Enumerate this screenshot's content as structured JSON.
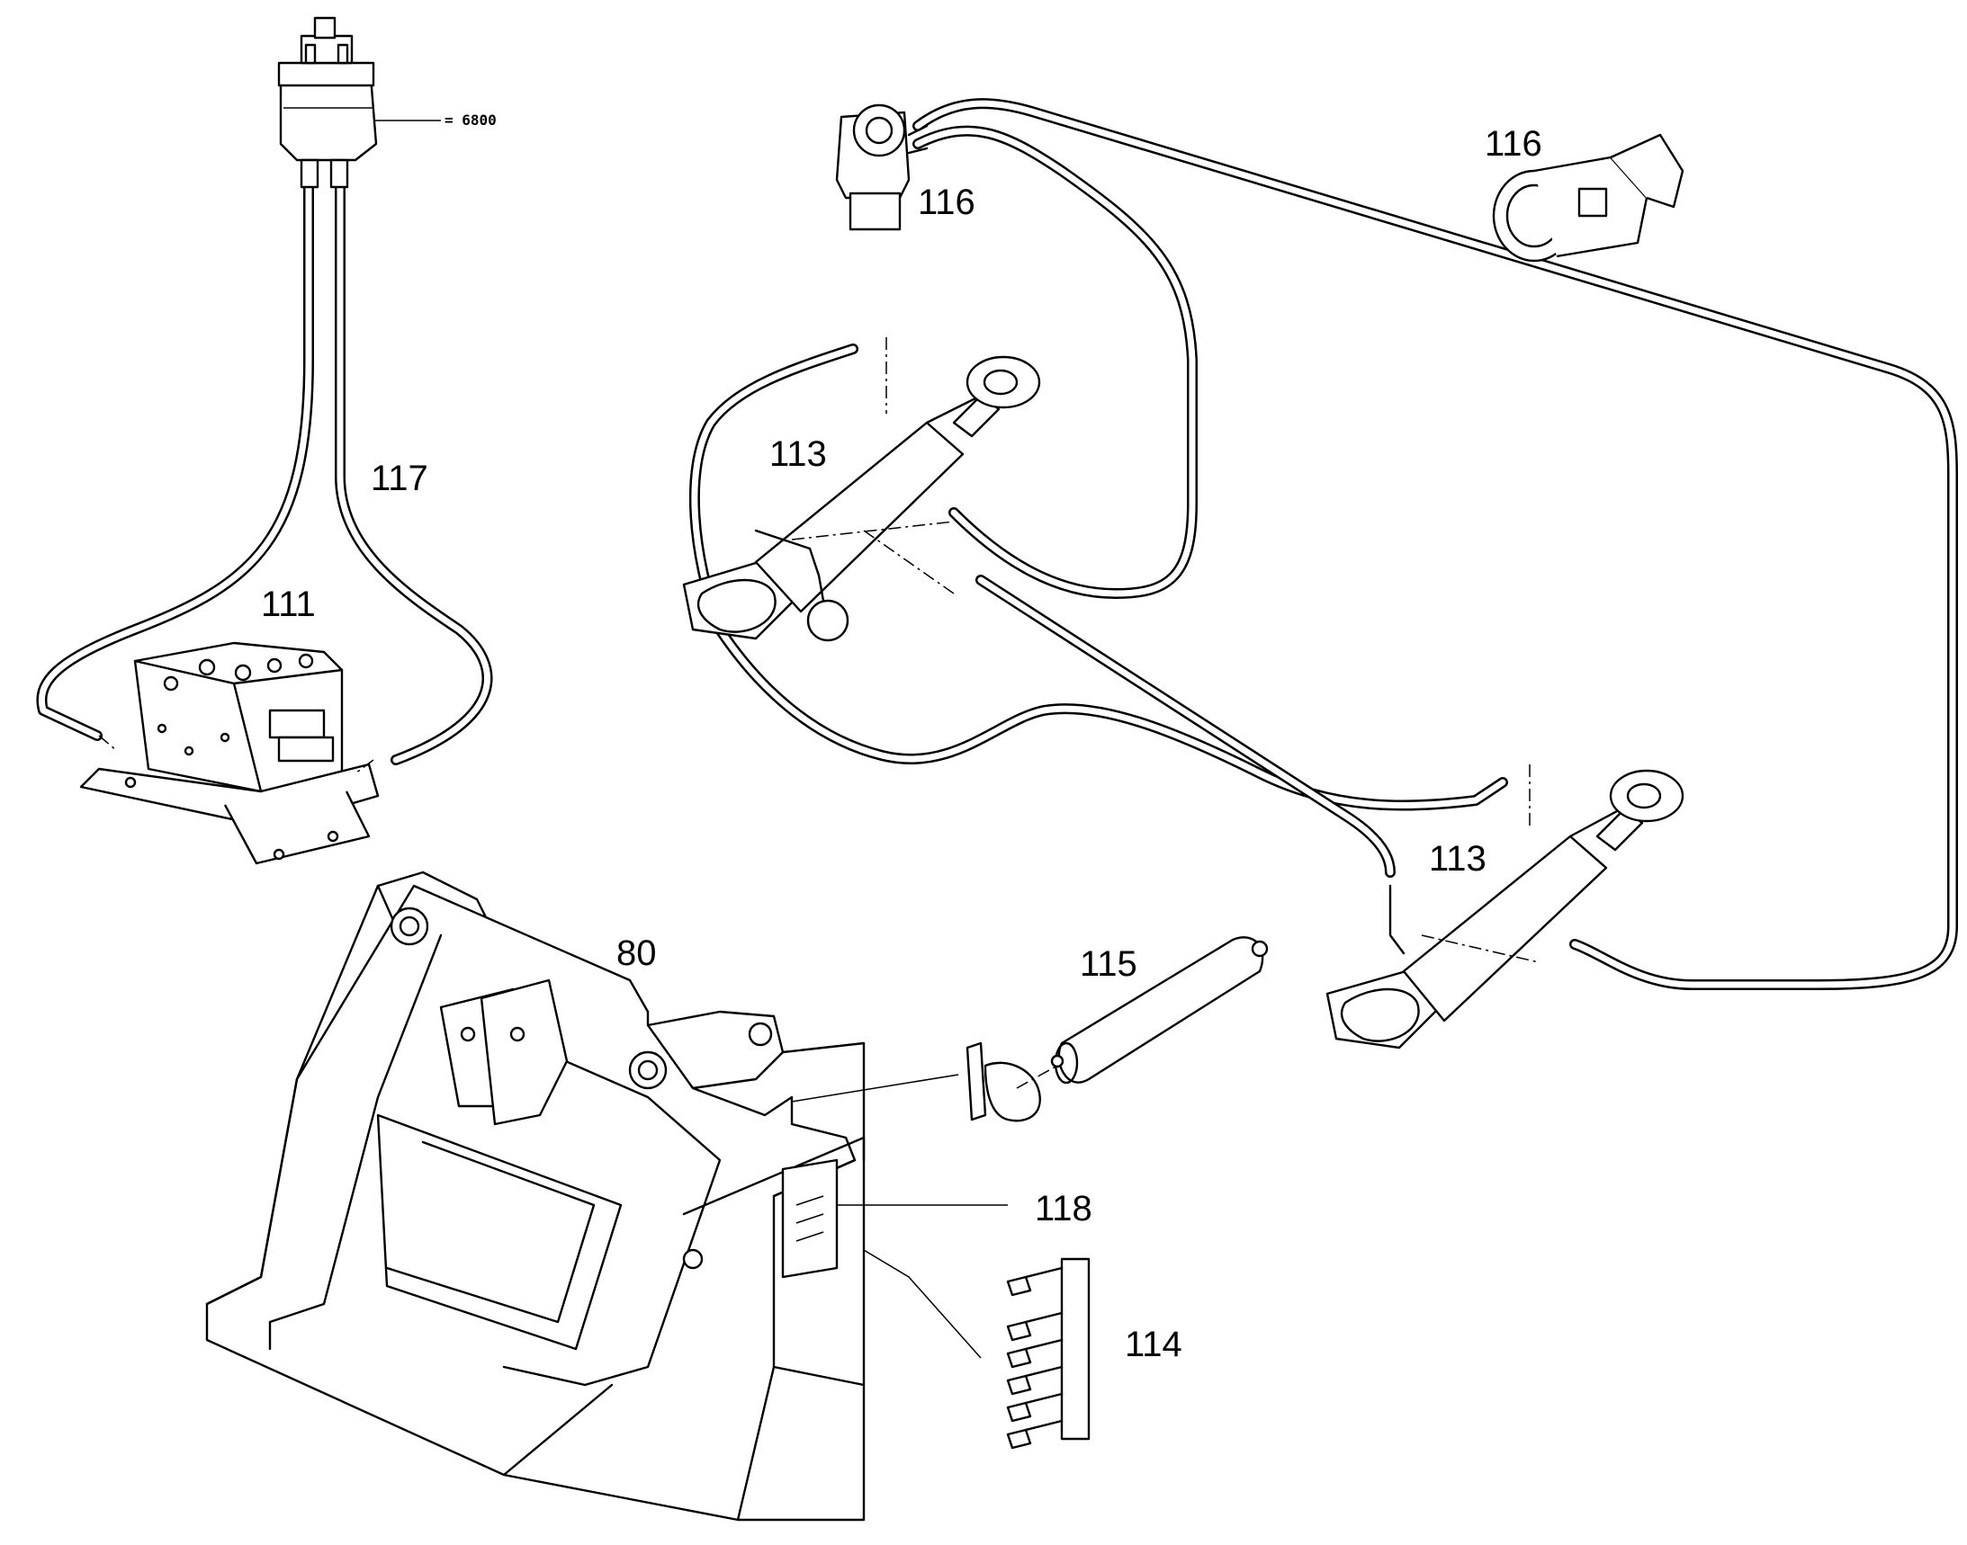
{
  "labels": {
    "p6800": "= 6800",
    "p117": "117",
    "p111": "111",
    "p116a": "116",
    "p116b": "116",
    "p113a": "113",
    "p113b": "113",
    "p80": "80",
    "p115": "115",
    "p118": "118",
    "p114": "114"
  }
}
